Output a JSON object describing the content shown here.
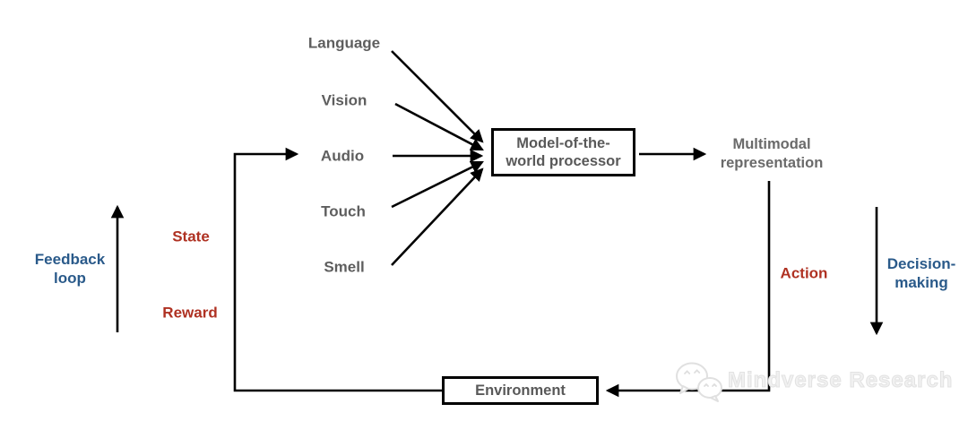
{
  "diagram": {
    "inputs": [
      {
        "label": "Language"
      },
      {
        "label": "Vision"
      },
      {
        "label": "Audio"
      },
      {
        "label": "Touch"
      },
      {
        "label": "Smell"
      }
    ],
    "processor": {
      "line1": "Model-of-the-",
      "line2": "world processor"
    },
    "multimodal": {
      "line1": "Multimodal",
      "line2": "representation"
    },
    "environment": {
      "label": "Environment"
    },
    "annotations": {
      "feedback": {
        "line1": "Feedback",
        "line2": "loop"
      },
      "state": "State",
      "reward": "Reward",
      "action": "Action",
      "decision": {
        "line1": "Decision-",
        "line2": "making"
      }
    },
    "colors": {
      "label_gray": "#5e5e5e",
      "accent_blue": "#2a5a8a",
      "accent_red": "#af3122",
      "line_black": "#000000",
      "watermark_gray": "#e2e2e2"
    }
  },
  "watermark": {
    "label": "Mindverse Research",
    "icon": "wechat-icon"
  }
}
